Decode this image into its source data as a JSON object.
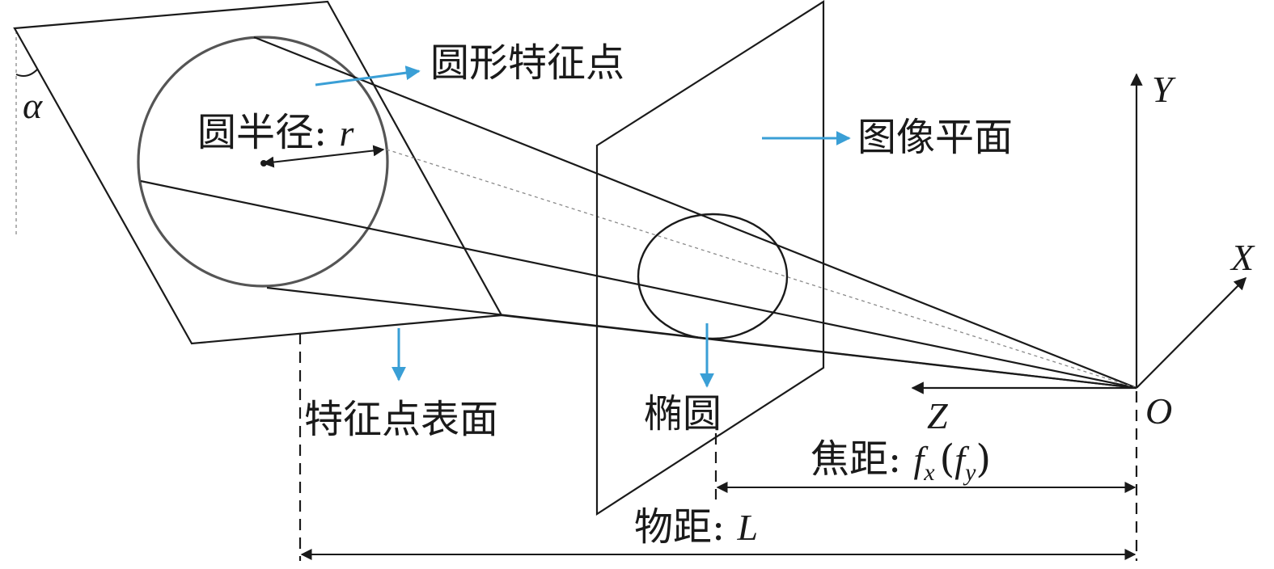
{
  "colors": {
    "line": "#1a1a1a",
    "accent": "#3a9fd6",
    "guide": "#8a8a8a"
  },
  "labels": {
    "circular_feature": "圆形特征点",
    "radius_label": "圆半径: ",
    "radius_symbol": "r",
    "image_plane": "图像平面",
    "feature_surface": "特征点表面",
    "ellipse": "椭圆",
    "alpha": "α",
    "axis_y": "Y",
    "axis_x": "X",
    "axis_z": "Z",
    "origin": "O",
    "focal_label": "焦距: ",
    "focal_fx": "f",
    "focal_fx_sub": "x",
    "focal_fy": "f",
    "focal_fy_sub": "y",
    "object_distance_label": "物距: ",
    "object_distance_symbol": "L"
  }
}
